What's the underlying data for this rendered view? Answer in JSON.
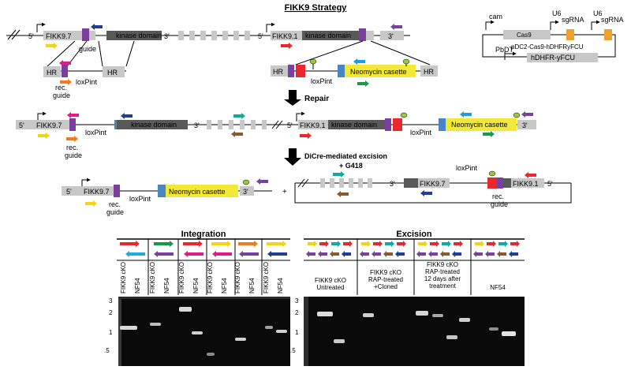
{
  "title": "FIKK9 Strategy",
  "labels": {
    "five_prime": "5'",
    "three_prime": "3'",
    "fikk97": "FIKK9.7",
    "fikk91": "FIKK9.1",
    "kinase_domain": "kinase domain",
    "guide": "guide",
    "hr": "HR",
    "rec": "rec.",
    "loxpint": "loxPint",
    "neo": "Neomycin casette",
    "repair": "Repair",
    "excision_line1": "DiCre-mediated excision",
    "excision_line2": "+ G418",
    "plus": "+"
  },
  "plasmid": {
    "cam": "cam",
    "cas9": "Cas9",
    "u6": "U6",
    "sgrna": "sgRNA",
    "name": "pDC2-Cas9-hDHFRyFCU",
    "pbdt": "PbDT",
    "marker": "hDHFR-yFCU"
  },
  "colors": {
    "guide": "#7b3fa0",
    "kinase": "#595959",
    "exon": "#c8c8c8",
    "neo": "#f2e838",
    "blue_block": "#4a86c5",
    "red_block": "#e8282c",
    "orange_block": "#f0a030",
    "loxp": "#9ac83c"
  },
  "integration": {
    "title": "Integration",
    "lanes": [
      "FIKK9 cKO",
      "NF54",
      "FIKK9 cKO",
      "NF54",
      "FIKK9 cKO",
      "NF54",
      "FIKK9 cKO",
      "NF54",
      "FIKK9 cKO",
      "NF54",
      "FIKK9 cKO",
      "NF54"
    ],
    "ladder": [
      "3",
      "2",
      "1",
      ".5"
    ]
  },
  "excision": {
    "title": "Excision",
    "groups": [
      {
        "line1": "FIKK9 cKO",
        "line2": "Untreated",
        "line3": ""
      },
      {
        "line1": "FIKK9 cKO",
        "line2": "RAP-treated",
        "line3": "+Cloned"
      },
      {
        "line1": "FIKK9 cKO",
        "line2": "RAP-treated",
        "line3": "12 days after"
      },
      {
        "line1": "NF54",
        "line2": "",
        "line3": ""
      }
    ],
    "treatment_line4": "treatment",
    "ladder": [
      "3",
      "2",
      "1",
      ".5"
    ]
  }
}
